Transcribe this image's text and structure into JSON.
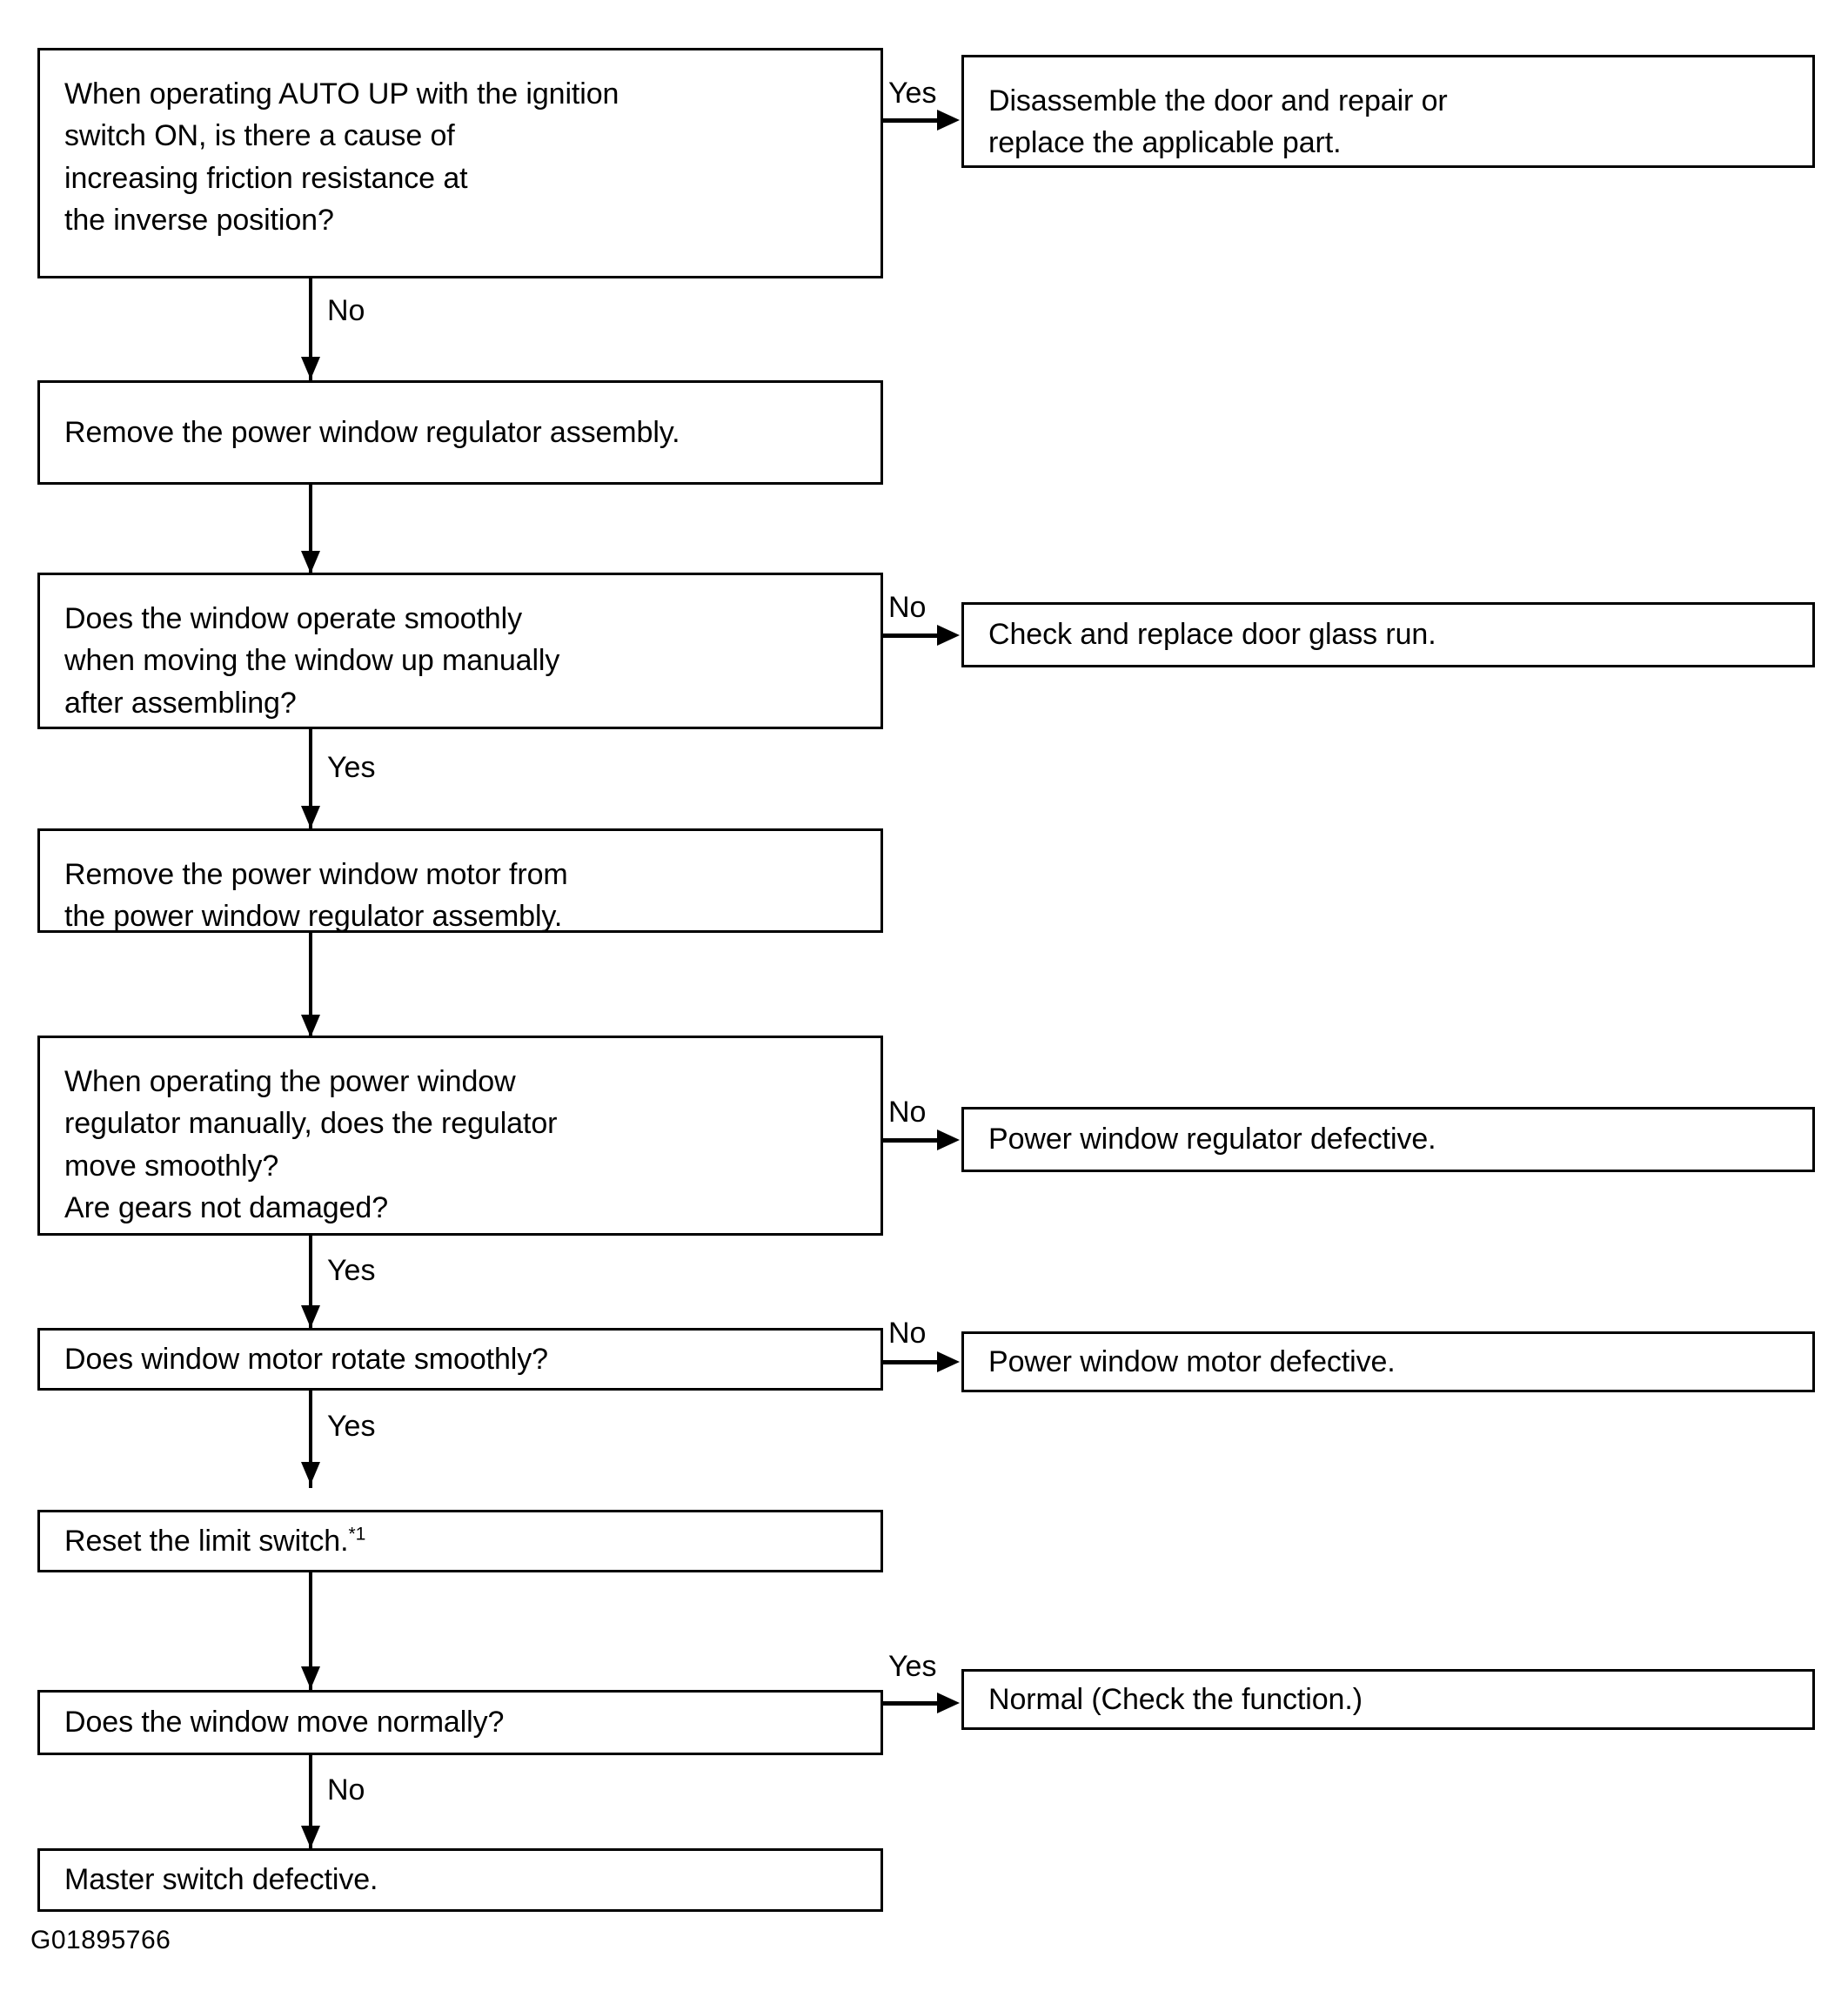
{
  "figure": {
    "type": "flowchart",
    "orientation": "top-to-bottom",
    "footer_id": "G01895766",
    "footnote_marker": "*1"
  },
  "nodes": {
    "q1": {
      "id": "q1",
      "kind": "decision",
      "text": "When operating AUTO UP with the ignition\nswitch ON, is there a cause of\nincreasing friction resistance at\nthe inverse position?"
    },
    "r1": {
      "id": "r1",
      "kind": "result",
      "text": "Disassemble the door and repair or\nreplace the applicable part."
    },
    "a1": {
      "id": "a1",
      "kind": "action",
      "text": "Remove the power window regulator assembly."
    },
    "q2": {
      "id": "q2",
      "kind": "decision",
      "text": "Does the window operate smoothly\nwhen moving the window up manually\nafter assembling?"
    },
    "r2": {
      "id": "r2",
      "kind": "result",
      "text": "Check and replace door glass run."
    },
    "a2": {
      "id": "a2",
      "kind": "action",
      "text": "Remove the power window motor from\nthe power window regulator assembly."
    },
    "q3": {
      "id": "q3",
      "kind": "decision",
      "text": "When operating the power window\nregulator manually, does the regulator\nmove smoothly?\nAre gears not damaged?"
    },
    "r3": {
      "id": "r3",
      "kind": "result",
      "text": "Power window regulator defective."
    },
    "q4": {
      "id": "q4",
      "kind": "decision",
      "text": "Does window motor rotate smoothly?"
    },
    "r4": {
      "id": "r4",
      "kind": "result",
      "text": "Power window motor defective."
    },
    "a3": {
      "id": "a3",
      "kind": "action",
      "text_main": "Reset the limit switch.",
      "text_sup": "*1"
    },
    "q5": {
      "id": "q5",
      "kind": "decision",
      "text": "Does the window move normally?"
    },
    "r5": {
      "id": "r5",
      "kind": "result",
      "text": "Normal (Check the function.)"
    },
    "r6": {
      "id": "r6",
      "kind": "result",
      "text": "Master switch defective."
    }
  },
  "edges": {
    "q1_yes": {
      "label": "Yes",
      "from": "q1",
      "to": "r1"
    },
    "q1_no": {
      "label": "No",
      "from": "q1",
      "to": "a1"
    },
    "q2_no": {
      "label": "No",
      "from": "q2",
      "to": "r2"
    },
    "q2_yes": {
      "label": "Yes",
      "from": "q2",
      "to": "a2"
    },
    "q3_no": {
      "label": "No",
      "from": "q3",
      "to": "r3"
    },
    "q3_yes": {
      "label": "Yes",
      "from": "q3",
      "to": "q4"
    },
    "q4_no": {
      "label": "No",
      "from": "q4",
      "to": "r4"
    },
    "q4_yes": {
      "label": "Yes",
      "from": "q4",
      "to": "a3"
    },
    "q5_yes": {
      "label": "Yes",
      "from": "q5",
      "to": "r5"
    },
    "q5_no": {
      "label": "No",
      "from": "q5",
      "to": "r6"
    }
  },
  "colors": {
    "stroke": "#000000",
    "background": "#ffffff",
    "text": "#000000"
  }
}
